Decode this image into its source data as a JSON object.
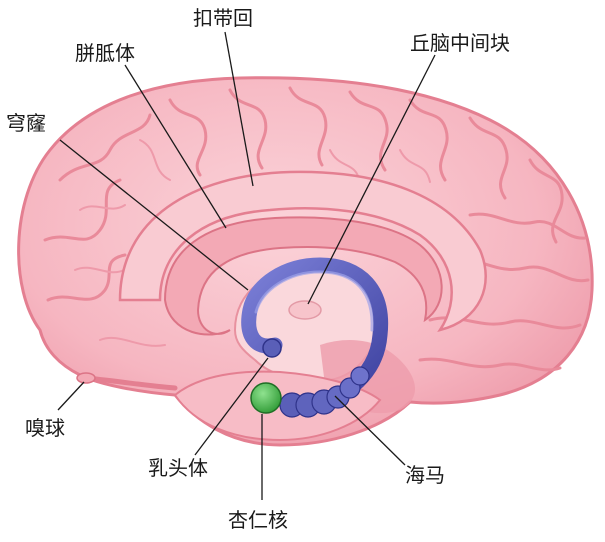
{
  "labels": {
    "cingulate_gyrus": "扣带回",
    "corpus_callosum": "胼胝体",
    "fornix": "穹窿",
    "interthalamic_adhesion": "丘脑中间块",
    "olfactory_bulb": "嗅球",
    "mammillary_body": "乳头体",
    "hippocampus": "海马",
    "amygdala": "杏仁核"
  },
  "colors": {
    "background": "#ffffff",
    "cortex": "#f8c4cc",
    "cortex_edge": "#e47f91",
    "corpus_callosum": "#f5b2bc",
    "diencephalon": "#fad8dc",
    "limbic_blue": "#5a5fb8",
    "limbic_blue_light": "#8e92dc",
    "amygdala_green": "#3cb043",
    "label_text": "#1a1a1a"
  }
}
